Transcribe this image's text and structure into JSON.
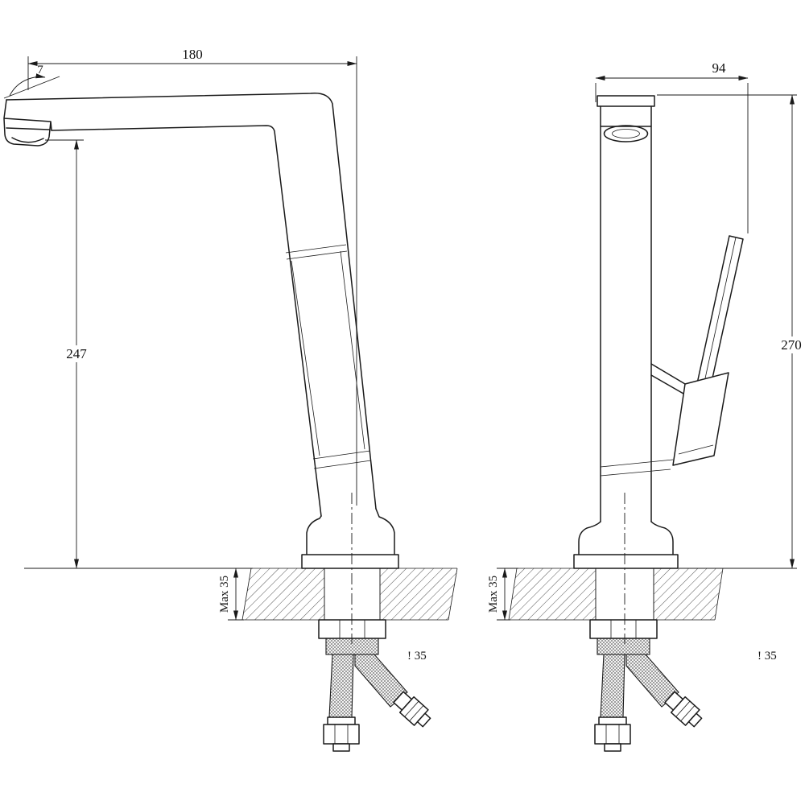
{
  "drawing": {
    "background": "#ffffff",
    "line_color": "#1a1a1a",
    "hatch_color": "#555555",
    "subject": "kitchen faucet two-view dimensional technical drawing",
    "views": {
      "side": {
        "dim_spout_reach": "180",
        "dim_spout_tilt": "7",
        "dim_outlet_height": "247",
        "dim_max_deck": "Max 35",
        "dim_hole": "! 35"
      },
      "front": {
        "dim_depth": "94",
        "dim_overall_height": "270",
        "dim_max_deck": "Max 35",
        "dim_hole": "! 35"
      }
    }
  }
}
